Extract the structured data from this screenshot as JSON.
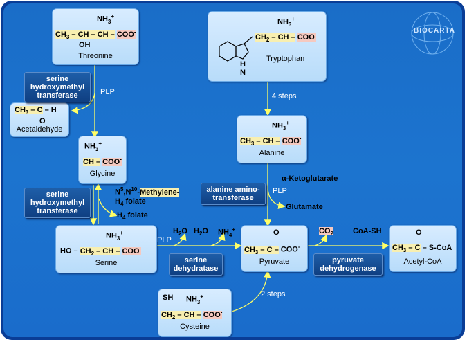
{
  "logo": {
    "text": "BIOCARTA"
  },
  "molecules": {
    "threonine": {
      "name": "Threonine",
      "formula": "CH3–CH–CH–COO-",
      "groups": [
        "NH3+",
        "OH"
      ]
    },
    "acetaldehyde": {
      "name": "Acetaldehyde",
      "formula": "CH3–C–H",
      "groups": [
        "O"
      ]
    },
    "glycine": {
      "name": "Glycine",
      "formula": "CH–COO-",
      "groups": [
        "NH3+"
      ]
    },
    "serine": {
      "name": "Serine",
      "formula": "HO–CH2–CH–COO-",
      "groups": [
        "NH3+"
      ]
    },
    "tryptophan": {
      "name": "Tryptophan",
      "formula": "CH2–CH–COO-",
      "groups": [
        "NH3+",
        "H",
        "N"
      ]
    },
    "alanine": {
      "name": "Alanine",
      "formula": "CH3–CH–COO-",
      "groups": [
        "NH3+"
      ]
    },
    "pyruvate": {
      "name": "Pyruvate",
      "formula": "CH3–C–COO-",
      "groups": [
        "O"
      ]
    },
    "acetyl_coa": {
      "name": "Acetyl-CoA",
      "formula": "CH3–C–S-CoA",
      "groups": [
        "O"
      ]
    },
    "cysteine": {
      "name": "Cysteine",
      "formula": "CH2–CH–COO-",
      "groups": [
        "SH",
        "NH3+"
      ]
    }
  },
  "enzymes": {
    "shmt1": "serine hydroxymethyl transferase",
    "shmt2": "serine hydroxymethyl transferase",
    "alanine_aminotransferase": "alanine amino-transferase",
    "serine_dehydratase": "serine dehydratase",
    "pyruvate_dehydrogenase": "pyruvate dehydrogenase"
  },
  "labels": {
    "plp1": "PLP",
    "plp2": "PLP",
    "plp3": "PLP",
    "four_steps": "4 steps",
    "two_steps": "2 steps",
    "alpha_ketoglutarate": "α-Ketoglutarate",
    "glutamate": "Glutamate",
    "methylene": "N5,N10-Methylene-H4 folate",
    "h4_folate": "H4 folate",
    "h2o_1": "H2O",
    "h2o_2": "H2O",
    "nh4": "NH4+",
    "co2": "CO2",
    "coa_sh": "CoA-SH"
  }
}
